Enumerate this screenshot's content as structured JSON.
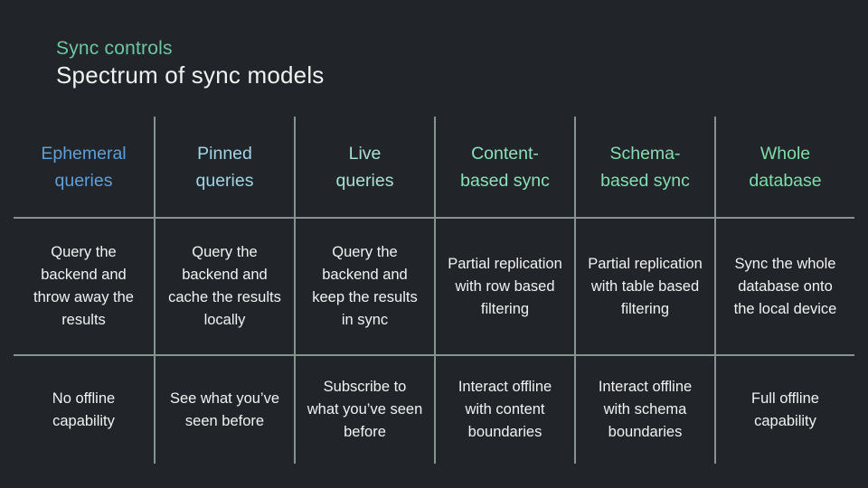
{
  "slide": {
    "eyebrow": "Sync controls",
    "title": "Spectrum of sync models"
  },
  "colors": {
    "background": "#212428",
    "grid_line": "#86948f",
    "eyebrow": "#6cc7a1",
    "title": "#f1f2f2",
    "body_text": "#f1f2f2"
  },
  "table": {
    "columns": [
      {
        "header": "Ephemeral\nqueries",
        "header_color": "#5f9fd9",
        "description": "Query the\nbackend and\nthrow away the\nresults",
        "offline": "No offline\ncapability"
      },
      {
        "header": "Pinned\nqueries",
        "header_color": "#a0d4e6",
        "description": "Query the\nbackend and\ncache the results\nlocally",
        "offline": "See what you’ve\nseen before"
      },
      {
        "header": "Live\nqueries",
        "header_color": "#a8e0d2",
        "description": "Query the\nbackend and\nkeep the results\nin sync",
        "offline": "Subscribe to\nwhat you’ve seen\nbefore"
      },
      {
        "header": "Content-\nbased sync",
        "header_color": "#8ce0ba",
        "description": "Partial replication\nwith row based\nfiltering",
        "offline": "Interact offline\nwith content\nboundaries"
      },
      {
        "header": "Schema-\nbased sync",
        "header_color": "#84deb2",
        "description": "Partial replication\nwith table based\nfiltering",
        "offline": "Interact offline\nwith schema\nboundaries"
      },
      {
        "header": "Whole\ndatabase",
        "header_color": "#7eddaa",
        "description": "Sync the whole\ndatabase onto\nthe local device",
        "offline": "Full offline\ncapability"
      }
    ]
  }
}
